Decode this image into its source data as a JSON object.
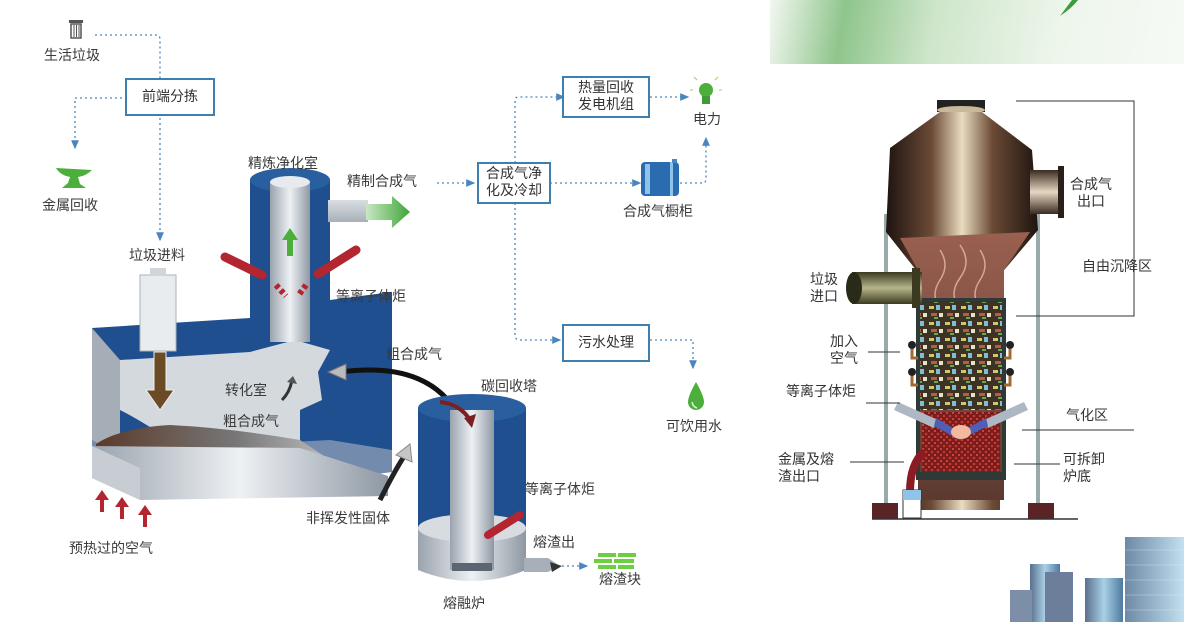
{
  "colors": {
    "flow_line": "#4a86bd",
    "box_border": "#3f7fb0",
    "vessel_blue": "#1f4f8f",
    "torch_red": "#b3252f",
    "green_accent": "#4caf3c",
    "reactor_brown": "#4a2e22"
  },
  "left_diagram": {
    "household_waste": {
      "label": "生活垃圾",
      "icon": "trash-bin-icon"
    },
    "front_sorting": {
      "label": "前端分拣"
    },
    "metal_recovery": {
      "label": "金属回收",
      "icon": "anvil-icon"
    },
    "waste_feed": {
      "label": "垃圾进料"
    },
    "refining_chamber": {
      "label": "精炼净化室"
    },
    "refined_syngas": {
      "label": "精制合成气"
    },
    "plasma_torch_1": {
      "label": "等离子体炬"
    },
    "conversion_chamber": {
      "label": "转化室"
    },
    "crude_syngas_1": {
      "label": "粗合成气"
    },
    "crude_syngas_2": {
      "label": "粗合成气"
    },
    "carbon_recovery_tower": {
      "label": "碳回收塔"
    },
    "preheated_air": {
      "label": "预热过的空气"
    },
    "non_volatile_solids": {
      "label": "非挥发性固体"
    },
    "plasma_torch_2": {
      "label": "等离子体炬"
    },
    "slag_out": {
      "label": "熔渣出"
    },
    "melting_furnace": {
      "label": "熔融炉"
    },
    "slag_block": {
      "label": "熔渣块",
      "icon": "slag-bricks-icon"
    },
    "syngas_cleaning": {
      "line1": "合成气净",
      "line2": "化及冷却"
    },
    "heat_recovery": {
      "line1": "热量回收",
      "line2": "发电机组"
    },
    "electricity": {
      "label": "电力",
      "icon": "lightbulb-icon"
    },
    "syngas_cabinet": {
      "label": "合成气橱柜",
      "icon": "gas-tank-icon"
    },
    "wastewater": {
      "label": "污水处理"
    },
    "drinking_water": {
      "label": "可饮用水",
      "icon": "water-drop-icon"
    }
  },
  "right_diagram": {
    "syngas_outlet": {
      "line1": "合成气",
      "line2": "出口"
    },
    "free_settling_zone": {
      "label": "自由沉降区"
    },
    "waste_inlet": {
      "line1": "垃圾",
      "line2": "进口"
    },
    "air_inlet": {
      "line1": "加入",
      "line2": "空气"
    },
    "plasma_torch": {
      "label": "等离子体炬"
    },
    "gasification_zone": {
      "label": "气化区"
    },
    "metal_slag_outlet": {
      "line1": "金属及熔",
      "line2": "渣出口"
    },
    "removable_bottom": {
      "line1": "可拆卸",
      "line2": "炉底"
    }
  }
}
